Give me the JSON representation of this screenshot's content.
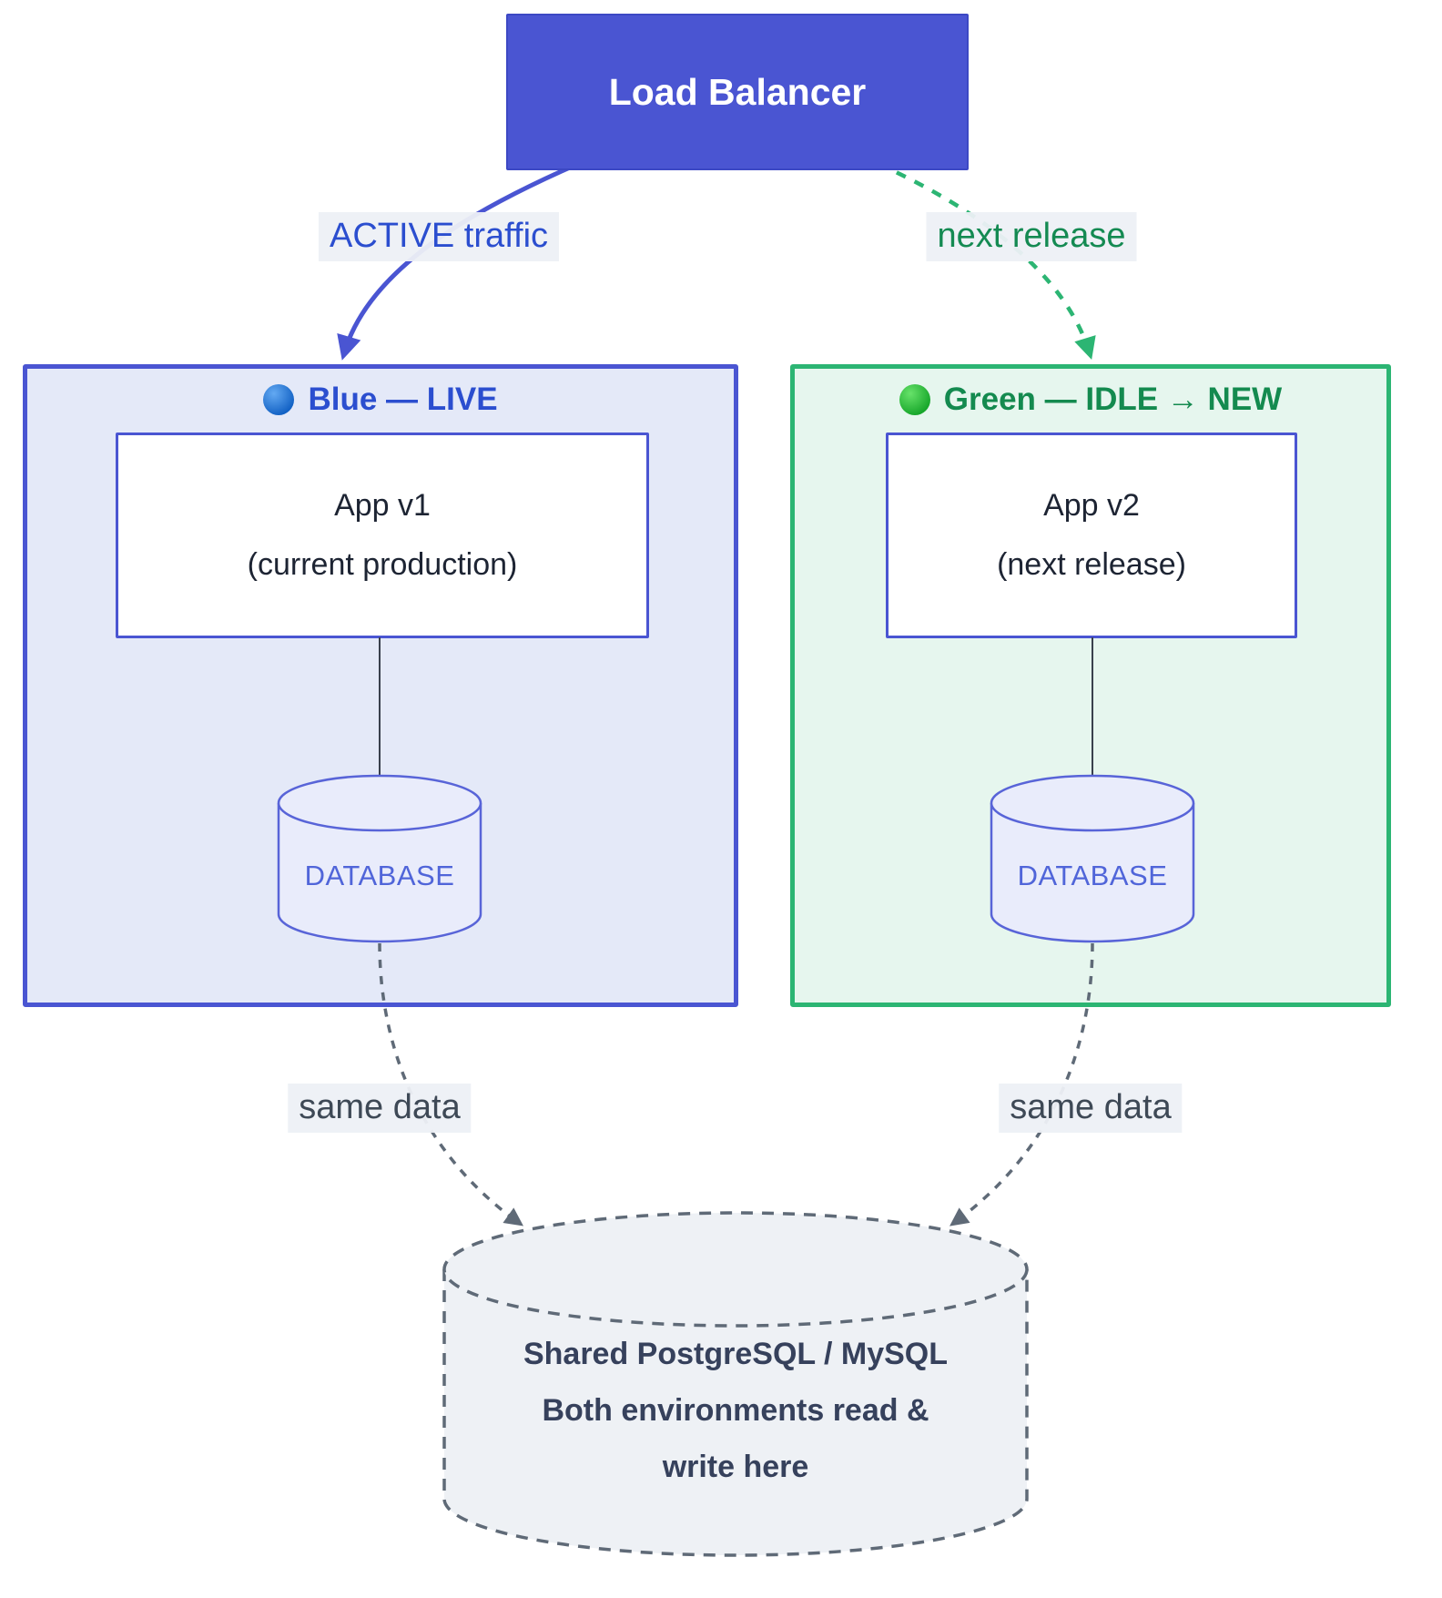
{
  "diagram": {
    "load_balancer": {
      "label": "Load Balancer"
    },
    "edges": {
      "active_traffic_label": "ACTIVE traffic",
      "next_release_label": "next release",
      "same_data_left_label": "same data",
      "same_data_right_label": "same data"
    },
    "blue_env": {
      "title": "Blue — LIVE",
      "app": {
        "line1": "App v1",
        "line2": "(current production)"
      },
      "database_label": "DATABASE"
    },
    "green_env": {
      "title": "Green — IDLE → NEW",
      "app": {
        "line1": "App v2",
        "line2": "(next release)"
      },
      "database_label": "DATABASE"
    },
    "shared_db": {
      "line1": "Shared PostgreSQL / MySQL",
      "line2": "Both environments read &",
      "line3": "write here"
    },
    "colors": {
      "indigo": "#4a55d2",
      "blue_container_fill": "#e4e9f8",
      "blue_title_text": "#2b4ecf",
      "green_border": "#2cb573",
      "green_container_fill": "#e6f6ee",
      "green_title_text": "#148a4f",
      "database_fill": "#e9ecfb",
      "database_stroke": "#5864d8",
      "database_text": "#5065d9",
      "shared_fill": "#eef1f5",
      "shared_stroke": "#5f6a77",
      "shared_text": "#36415c",
      "edge_label_background": "#edf0f5",
      "same_data_text": "#3e4956"
    }
  }
}
